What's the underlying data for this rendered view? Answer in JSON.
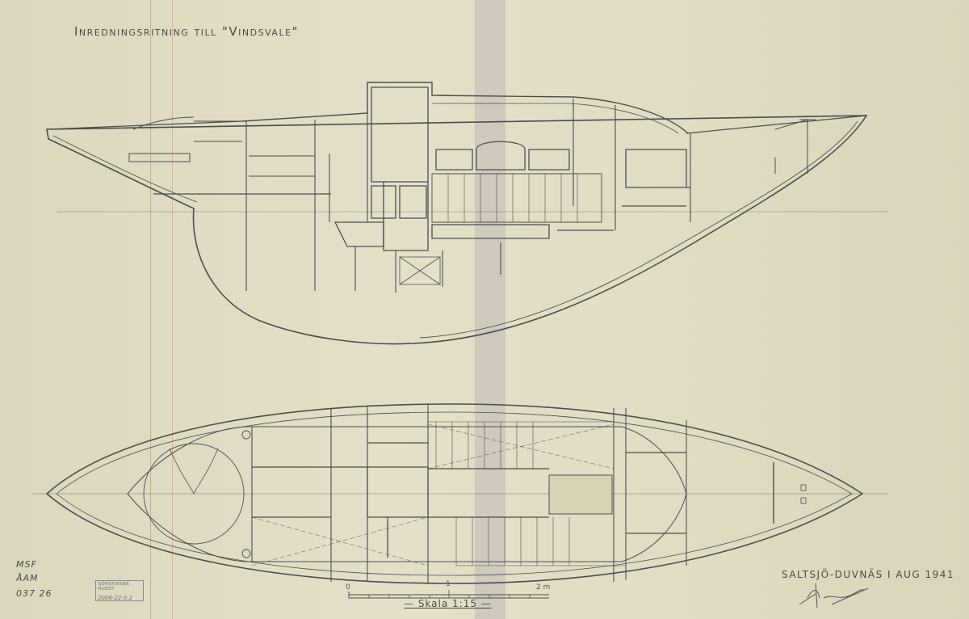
{
  "title": "Inredningsritning till \"Vindsvale\"",
  "place_date": "SALTSJÖ-DUVNÄS I AUG 1941",
  "scale": {
    "label": "— Skala 1:15 —",
    "ticks": [
      "0",
      "1",
      "2 m"
    ]
  },
  "archive_marks": [
    "MSF",
    "ÅAM",
    "037 26"
  ],
  "stamp": {
    "text": "SJÖHISTORISKA MUSEET",
    "number": "2008-22-3.2"
  },
  "signature": "signature",
  "colors": {
    "paper": "#e2dec5",
    "ink": "#4a4a48",
    "tape": "#aaa0af"
  }
}
